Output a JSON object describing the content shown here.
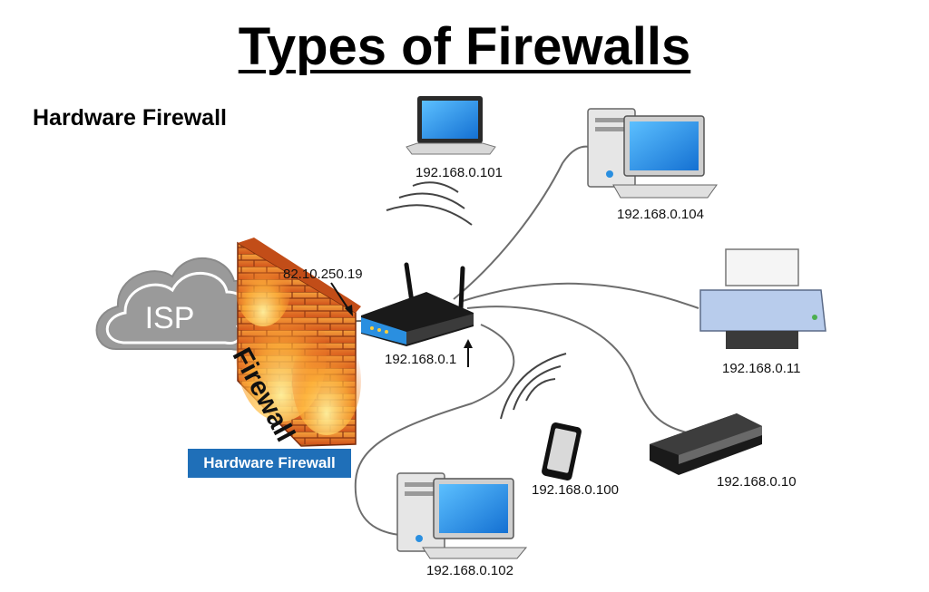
{
  "title": "Types of Firewalls",
  "subtitle": "Hardware Firewall",
  "isp_label": "ISP",
  "wall_label": "Firewall",
  "badge_label": "Hardware Firewall",
  "external_ip": "82.10.250.19",
  "devices": {
    "router": "192.168.0.1",
    "laptop": "192.168.0.101",
    "desktop_top": "192.168.0.104",
    "printer": "192.168.0.11",
    "console": "192.168.0.10",
    "phone": "192.168.0.100",
    "desktop_bottom": "192.168.0.102"
  },
  "colors": {
    "accent_blue": "#1f6fb8",
    "screen_blue": "#1e90e8",
    "cloud_gray": "#9a9a9a",
    "brick_orange": "#e8772a",
    "cable_gray": "#6d6d6d"
  }
}
